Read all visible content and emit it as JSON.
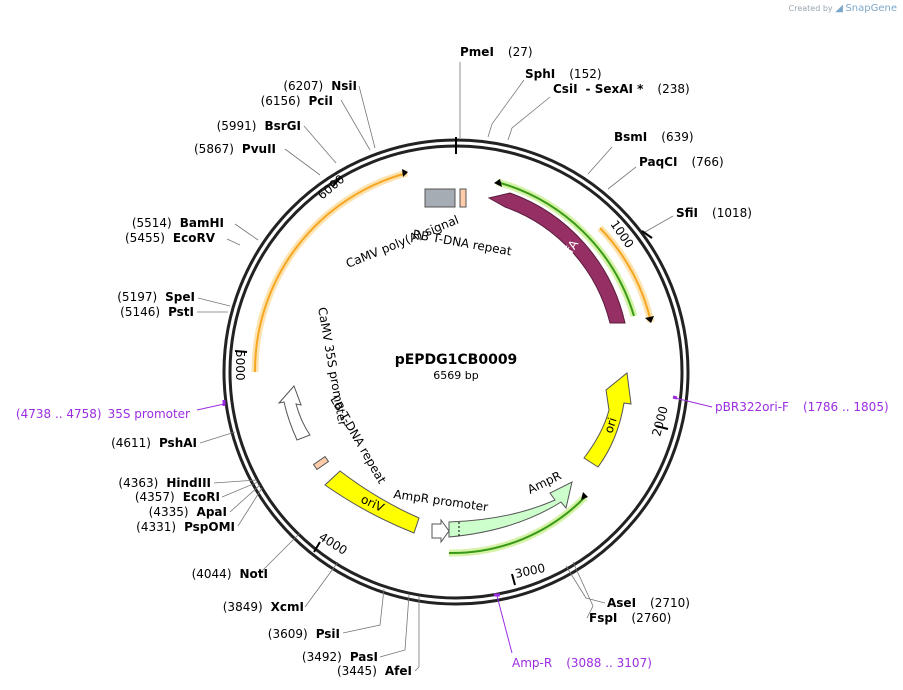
{
  "watermark": {
    "prefix": "Created by",
    "brand": "SnapGene"
  },
  "plasmid": {
    "name": "pEPDG1CB0009",
    "length_label": "6569 bp",
    "length": 6569
  },
  "ticks": [
    "1000",
    "2000",
    "3000",
    "4000",
    "5000",
    "6000"
  ],
  "restriction_sites": [
    {
      "name": "PmeI",
      "pos": "(27)"
    },
    {
      "name": "SphI",
      "pos": "(152)"
    },
    {
      "name": "CsiI",
      "extra": "- SexAI *",
      "pos": "(238)"
    },
    {
      "name": "BsmI",
      "pos": "(639)"
    },
    {
      "name": "PaqCI",
      "pos": "(766)"
    },
    {
      "name": "SfiI",
      "pos": "(1018)"
    },
    {
      "name": "AseI",
      "pos": "(2710)"
    },
    {
      "name": "FspI",
      "pos": "(2760)"
    },
    {
      "name": "AfeI",
      "pos": "(3445)"
    },
    {
      "name": "PasI",
      "pos": "(3492)"
    },
    {
      "name": "PsiI",
      "pos": "(3609)"
    },
    {
      "name": "XcmI",
      "pos": "(3849)"
    },
    {
      "name": "NotI",
      "pos": "(4044)"
    },
    {
      "name": "PspOMI",
      "pos": "(4331)"
    },
    {
      "name": "ApaI",
      "pos": "(4335)"
    },
    {
      "name": "EcoRI",
      "pos": "(4357)"
    },
    {
      "name": "HindIII",
      "pos": "(4363)"
    },
    {
      "name": "PshAI",
      "pos": "(4611)"
    },
    {
      "name": "PstI",
      "pos": "(5146)"
    },
    {
      "name": "SpeI",
      "pos": "(5197)"
    },
    {
      "name": "EcoRV",
      "pos": "(5455)"
    },
    {
      "name": "BamHI",
      "pos": "(5514)"
    },
    {
      "name": "PvuII",
      "pos": "(5867)"
    },
    {
      "name": "BsrGI",
      "pos": "(5991)"
    },
    {
      "name": "PciI",
      "pos": "(6156)"
    },
    {
      "name": "NsiI",
      "pos": "(6207)"
    }
  ],
  "primers": [
    {
      "name": "pBR322ori-F",
      "range": "(1786 .. 1805)"
    },
    {
      "name": "Amp-R",
      "range": "(3088 .. 3107)"
    },
    {
      "name": "35S promoter",
      "range": "(4738 .. 4758)"
    }
  ],
  "features": [
    {
      "name": "trfA",
      "color": "#963064"
    },
    {
      "name": "ori",
      "color": "#ffff00"
    },
    {
      "name": "AmpR",
      "color": "#ccffcc"
    },
    {
      "name": "AmpR promoter",
      "color": "#ffffff"
    },
    {
      "name": "oriV",
      "color": "#ffff00"
    },
    {
      "name": "LB T-DNA repeat",
      "color": "#ffccaa"
    },
    {
      "name": "CaMV 35S promoter",
      "color": "#ffffff"
    },
    {
      "name": "CaMV poly(A) signal",
      "color": "#a6acb3"
    },
    {
      "name": "RB T-DNA repeat",
      "color": "#ffccaa"
    }
  ],
  "colors": {
    "primer": "#9b2de0",
    "orf_orange": "#f5a623",
    "orf_green": "#3a9a18",
    "backbone": "#222222"
  }
}
